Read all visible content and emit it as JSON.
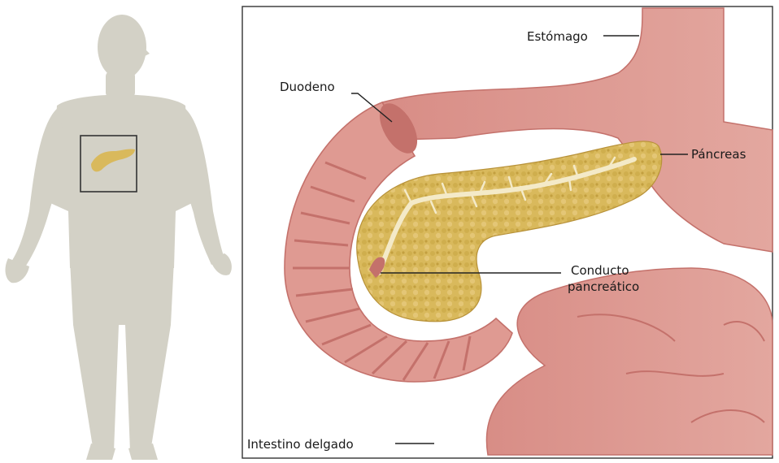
{
  "labels": {
    "stomach": "Estómago",
    "duodenum": "Duodeno",
    "pancreas": "Páncreas",
    "duct_line1": "Conducto",
    "duct_line2": "pancreático",
    "small_intestine": "Intestino delgado"
  },
  "colors": {
    "silhouette": "#d3d1c6",
    "pancreas": "#d9b95c",
    "pancreas_dark": "#c9a445",
    "duct": "#f4eac8",
    "intestine": "#df9a92",
    "intestine_dark": "#c4716b",
    "intestine_light": "#efbdb4",
    "frame": "#333333"
  }
}
